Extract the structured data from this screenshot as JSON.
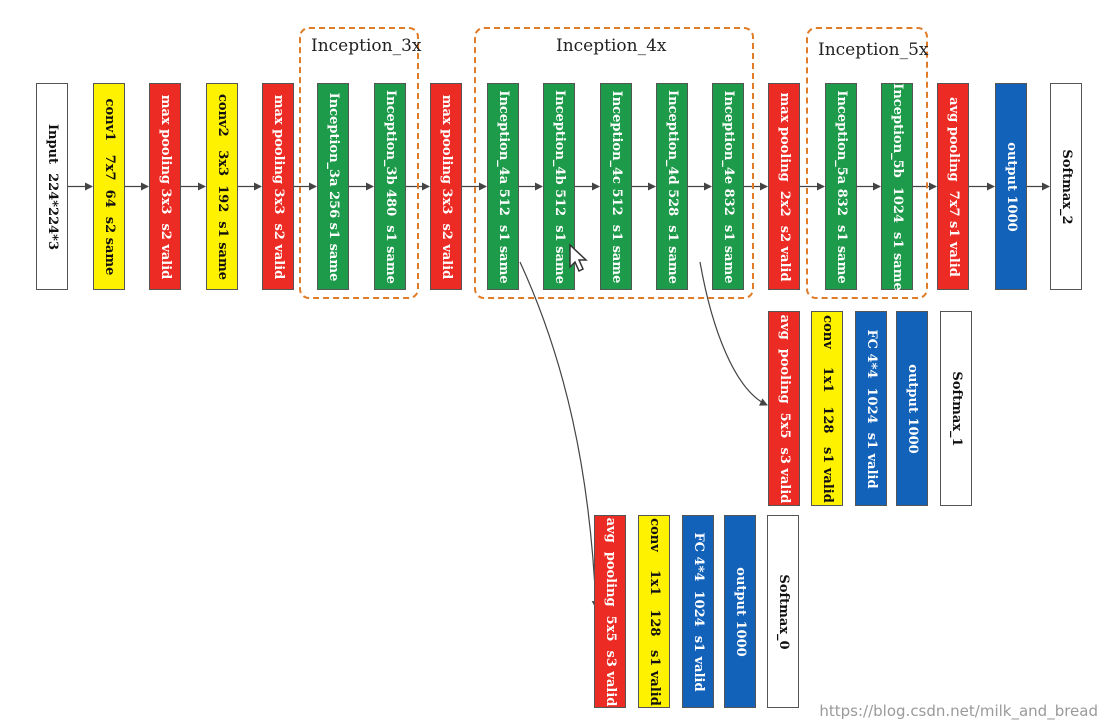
{
  "colors": {
    "red": "#ED2B25",
    "yellow": "#FFF200",
    "green": "#1E9B4A",
    "blue": "#1262BA",
    "white": "#FFFFFF",
    "dash": "#E07B28",
    "edge": "#444444"
  },
  "groups": [
    {
      "id": "inception_3x",
      "title": "Inception_3x"
    },
    {
      "id": "inception_4x",
      "title": "Inception_4x"
    },
    {
      "id": "inception_5x",
      "title": "Inception_5x"
    }
  ],
  "main_blocks": [
    {
      "id": "input",
      "color": "white",
      "label": "Input  224*224*3"
    },
    {
      "id": "conv1",
      "color": "yellow",
      "label": "conv1   7x7  64  s2 same"
    },
    {
      "id": "maxpool1",
      "color": "red",
      "label": "max pooling 3x3  s2 valid"
    },
    {
      "id": "conv2",
      "color": "yellow",
      "label": "conv2   3x3  192  s1 same"
    },
    {
      "id": "maxpool2",
      "color": "red",
      "label": "max pooling 3x3  s2 valid"
    },
    {
      "id": "inc3a",
      "color": "green",
      "label": "Inception_3a 256 s1 same"
    },
    {
      "id": "inc3b",
      "color": "green",
      "label": "Inception_3b 480  s1 same"
    },
    {
      "id": "maxpool3",
      "color": "red",
      "label": "max pooling 3x3  s2 valid"
    },
    {
      "id": "inc4a",
      "color": "green",
      "label": "Inception_4a 512  s1 same"
    },
    {
      "id": "inc4b",
      "color": "green",
      "label": "Inception_4b 512  s1 same"
    },
    {
      "id": "inc4c",
      "color": "green",
      "label": "Inception_4c 512  s1 same"
    },
    {
      "id": "inc4d",
      "color": "green",
      "label": "Inception_4d 528  s1 same"
    },
    {
      "id": "inc4e",
      "color": "green",
      "label": "Inception_4e 832  s1 same"
    },
    {
      "id": "maxpool4",
      "color": "red",
      "label": "max pooling  2x2  s2 valid"
    },
    {
      "id": "inc5a",
      "color": "green",
      "label": "Inception_5a 832  s1 same"
    },
    {
      "id": "inc5b",
      "color": "green",
      "label": "Inception_5b  1024  s1 same"
    },
    {
      "id": "avgpool_main",
      "color": "red",
      "label": "avg pooling  7x7 s1 valid"
    },
    {
      "id": "output_main",
      "color": "blue",
      "label": "output 1000"
    },
    {
      "id": "softmax2",
      "color": "white",
      "label": "Softmax_2"
    }
  ],
  "aux1_blocks": [
    {
      "id": "aux1_avgpool",
      "color": "red",
      "label": "avg  pooling  5x5  s3 valid"
    },
    {
      "id": "aux1_conv",
      "color": "yellow",
      "label": "conv    1x1   128   s1 valid"
    },
    {
      "id": "aux1_fc",
      "color": "blue",
      "label": "FC 4*4  1024  s1 valid"
    },
    {
      "id": "aux1_output",
      "color": "blue",
      "label": "output 1000"
    },
    {
      "id": "aux1_softmax",
      "color": "white",
      "label": "Softmax_1"
    }
  ],
  "aux0_blocks": [
    {
      "id": "aux0_avgpool",
      "color": "red",
      "label": "avg  pooling  5x5  s3 valid"
    },
    {
      "id": "aux0_conv",
      "color": "yellow",
      "label": "conv    1x1   128   s1 valid"
    },
    {
      "id": "aux0_fc",
      "color": "blue",
      "label": "FC 4*4  1024  s1 valid"
    },
    {
      "id": "aux0_output",
      "color": "blue",
      "label": "output 1000"
    },
    {
      "id": "aux0_softmax",
      "color": "white",
      "label": "Softmax_0"
    }
  ],
  "watermark": "https://blog.csdn.net/milk_and_bread"
}
